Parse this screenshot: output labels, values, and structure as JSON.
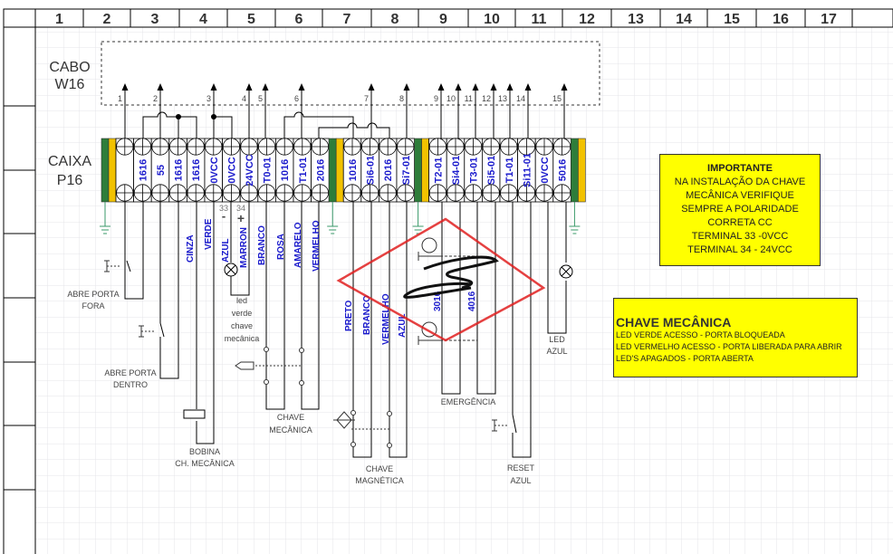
{
  "header": {
    "columns": [
      "1",
      "2",
      "3",
      "4",
      "5",
      "6",
      "7",
      "8",
      "9",
      "10",
      "11",
      "12",
      "13",
      "14",
      "15",
      "16",
      "17"
    ]
  },
  "labels": {
    "cable": [
      "CABO",
      "W16"
    ],
    "box": [
      "CAIXA",
      "P16"
    ]
  },
  "cable_pins": [
    "1",
    "2",
    "3",
    "4",
    "5",
    "6",
    "7",
    "8",
    "9",
    "10",
    "11",
    "12",
    "13",
    "14",
    "15"
  ],
  "terminals": {
    "group1": [
      "1616",
      "55",
      "1616",
      "1616",
      "0VCC",
      "0VCC",
      "24VCC",
      "T0-01",
      "1016",
      "T1-01",
      "2016"
    ],
    "group2": [
      "1016",
      "Si6-01",
      "2016",
      "Si7-01"
    ],
    "group3": [
      "T2-01",
      "Si4-01",
      "T3-01",
      "Si5-01",
      "T1-01",
      "Si11-01",
      "0VCC",
      "5016"
    ]
  },
  "wire_colors": {
    "group1": [
      "CINZA",
      "VERDE",
      "AZUL",
      "MARRON",
      "BRANCO",
      "ROSA",
      "AMARELO",
      "VERMELHO"
    ],
    "group2": [
      "PRETO",
      "BRANCO",
      "VERMELHO",
      "AZUL"
    ],
    "group3": [
      "3016",
      "4016"
    ]
  },
  "polarity": {
    "neg_num": "33",
    "neg": "-",
    "pos_num": "34",
    "pos": "+"
  },
  "components": {
    "abre_fora": [
      "ABRE PORTA",
      "FORA"
    ],
    "abre_dentro": [
      "ABRE PORTA",
      "DENTRO"
    ],
    "bobina": [
      "BOBINA",
      "CH. MECÂNICA"
    ],
    "led_verde": [
      "led",
      "verde",
      "chave",
      "mecânica"
    ],
    "chave_mecanica": [
      "CHAVE",
      "MECÂNICA"
    ],
    "chave_magnetica": [
      "CHAVE",
      "MAGNÉTICA"
    ],
    "emergencia": "EMERGÊNCIA",
    "reset": [
      "RESET",
      "AZUL"
    ],
    "led_azul": [
      "LED",
      "AZUL"
    ]
  },
  "notes": {
    "important": {
      "title": "IMPORTANTE",
      "lines": [
        "NA INSTALAÇÃO DA CHAVE",
        "MECÂNICA VERIFIQUE",
        "SEMPRE A POLARIDADE",
        "CORRETA CC",
        "TERMINAL 33 -0VCC",
        "TERMINAL 34 - 24VCC"
      ]
    },
    "chave": {
      "title": "CHAVE MECÂNICA",
      "lines": [
        "LED VERDE ACESSO - PORTA BLOQUEADA",
        "LED VERMELHO ACESSO - PORTA LIBERADA PARA ABRIR",
        "LED'S APAGADOS - PORTA ABERTA"
      ]
    }
  },
  "colors": {
    "terminal_text": "#1a1acc",
    "ground": "#3a9a6a",
    "end_green": "#2e7d3a",
    "end_yellow": "#f2c200",
    "markup_red": "#e02020",
    "note_bg": "#ffff00"
  }
}
